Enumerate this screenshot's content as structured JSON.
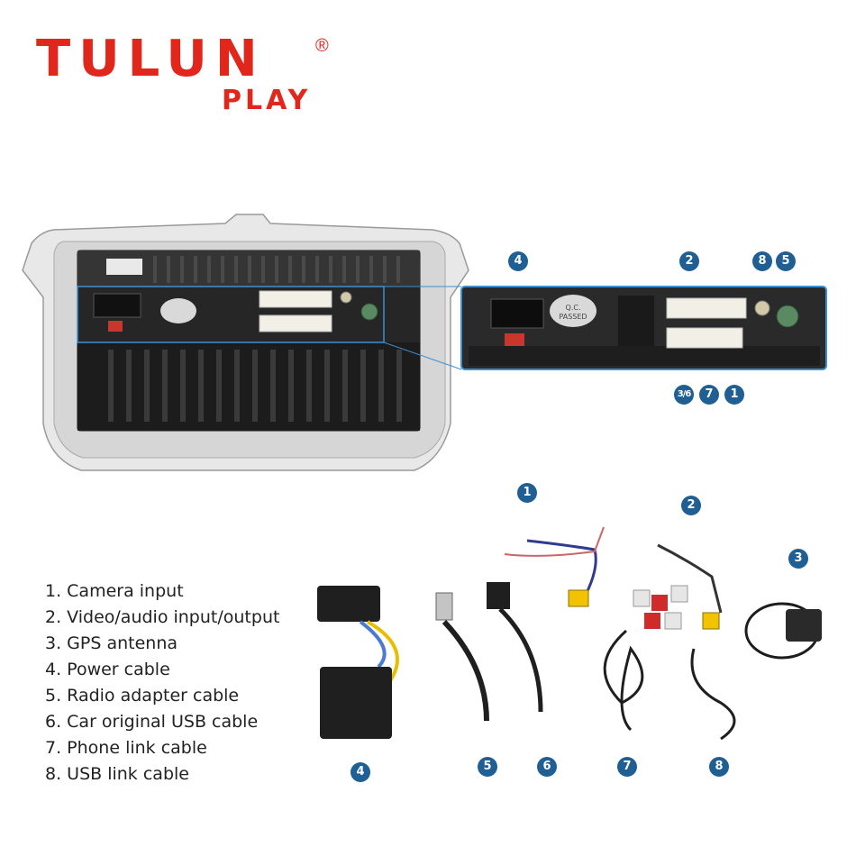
{
  "brand": {
    "name": "TULUN",
    "registered": "®",
    "sub": "PLAY",
    "color": "#e1261c"
  },
  "device": {
    "sticker_line1": "Q.C.",
    "sticker_line2": "PASSED"
  },
  "badge_color": "#1f5f94",
  "port_badges": [
    "4",
    "2",
    "8",
    "5",
    "3/6",
    "7",
    "1"
  ],
  "cable_badges": [
    "1",
    "2",
    "3",
    "4",
    "5",
    "6",
    "7",
    "8"
  ],
  "legend": [
    "1. Camera input",
    "2. Video/audio input/output",
    "3. GPS antenna",
    "4. Power cable",
    "5. Radio adapter cable",
    "6. Car original USB cable",
    "7. Phone link cable",
    "8. USB link cable"
  ]
}
